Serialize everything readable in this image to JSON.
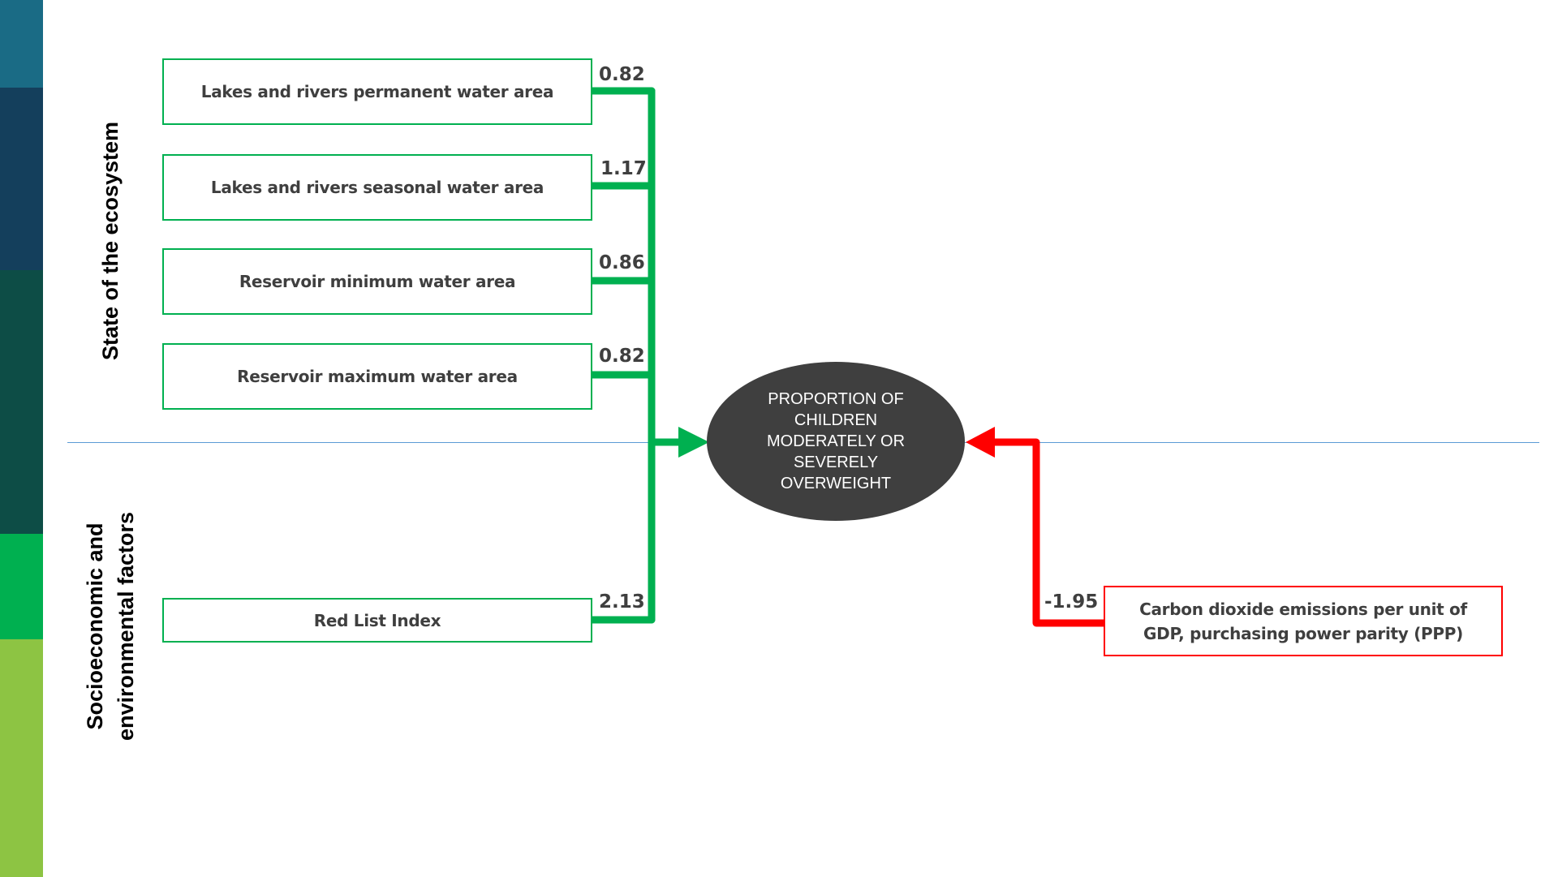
{
  "sections": {
    "top_label": "State of the ecosystem",
    "bottom_label": "Socioeconomic and environmental factors"
  },
  "outcome": {
    "label": "PROPORTION OF CHILDREN MODERATELY OR SEVERELY OVERWEIGHT"
  },
  "positive_factors": [
    {
      "label": "Lakes and rivers permanent water area",
      "coefficient": "0.82"
    },
    {
      "label": "Lakes and rivers seasonal water area",
      "coefficient": "1.17"
    },
    {
      "label": "Reservoir minimum water area",
      "coefficient": "0.86"
    },
    {
      "label": "Reservoir maximum water area",
      "coefficient": "0.82"
    },
    {
      "label": "Red List Index",
      "coefficient": "2.13"
    }
  ],
  "negative_factors": [
    {
      "label": "Carbon dioxide emissions per unit of GDP, purchasing power parity (PPP)",
      "coefficient": "-1.95"
    }
  ],
  "colors": {
    "positive": "#00b050",
    "negative": "#ff0000",
    "outcome_fill": "#3f3f3f",
    "divider": "#5b9bd5",
    "strip": [
      "#1a6b85",
      "#143f5c",
      "#0d4d46",
      "#00b050",
      "#8dc443"
    ]
  }
}
